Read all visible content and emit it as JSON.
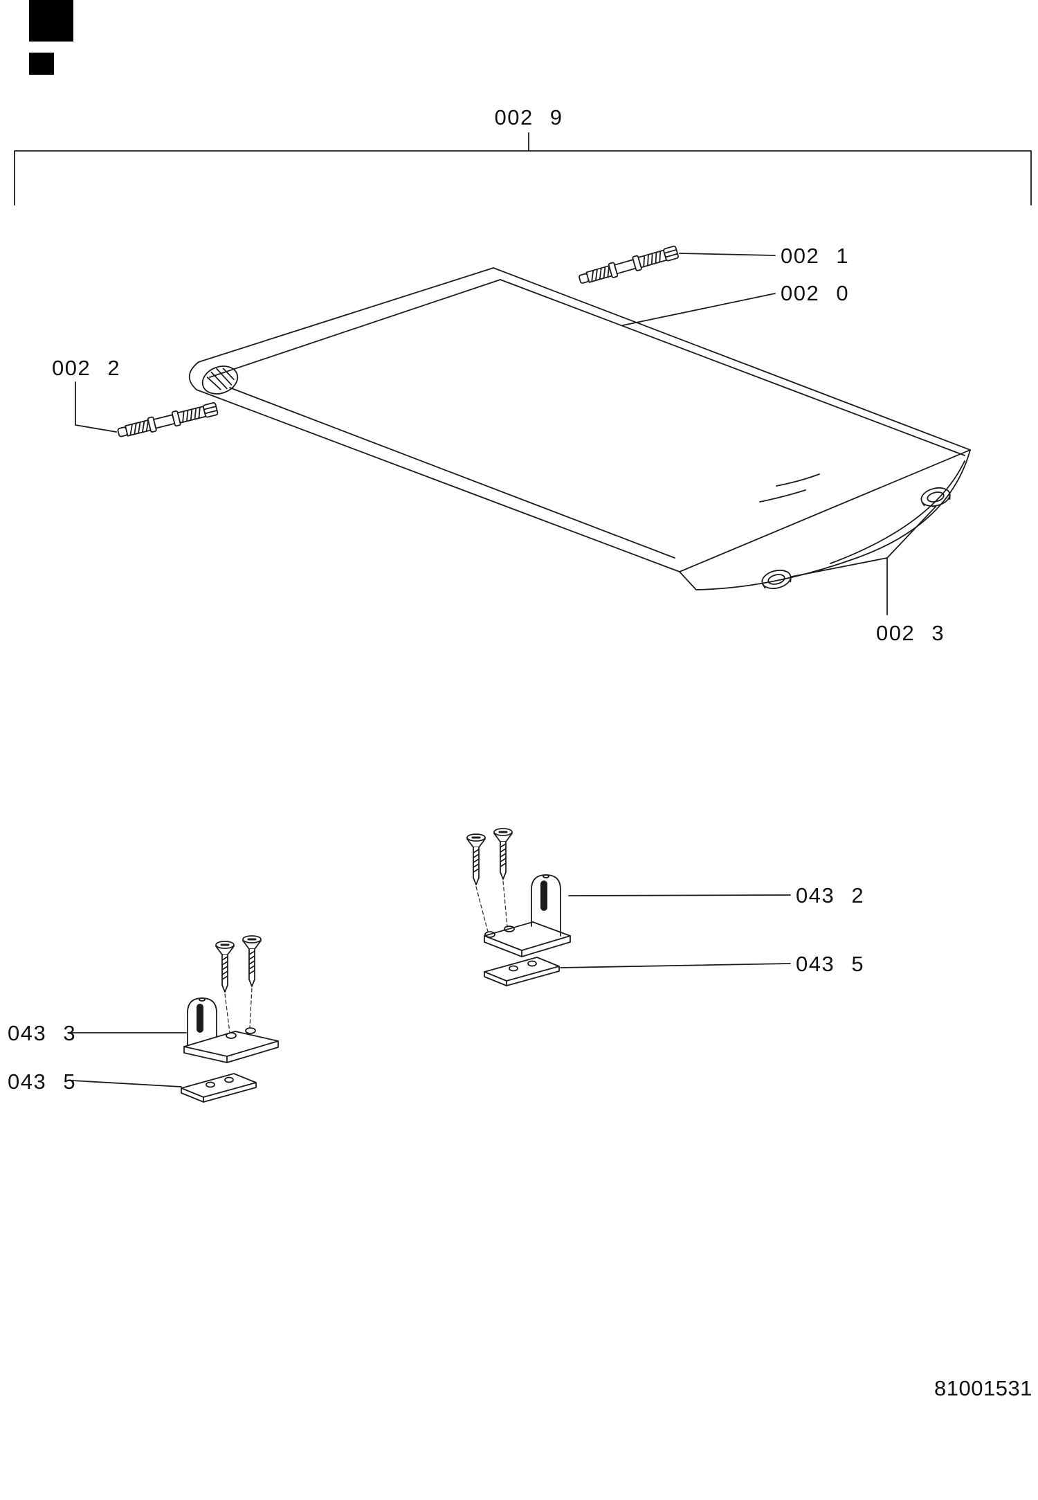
{
  "figure": {
    "assembly_label": "002 9",
    "doc_number": "81001531",
    "callouts": {
      "part_0021": "002 1",
      "part_0020": "002 0",
      "part_0022": "002 2",
      "part_0023": "002 3",
      "part_0432": "043 2",
      "part_0435_right": "043 5",
      "part_0433": "043 3",
      "part_0435_left": "043 5"
    }
  }
}
